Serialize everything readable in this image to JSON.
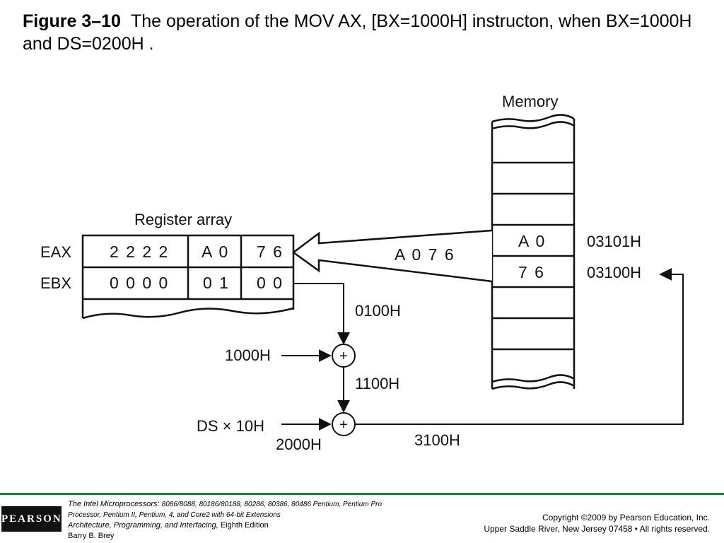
{
  "title": {
    "figure_label": "Figure 3–10",
    "text": "The operation of the MOV AX, [BX=1000H] instructon, when BX=1000H and DS=0200H ."
  },
  "diagram": {
    "memory_label": "Memory",
    "register_array_label": "Register array",
    "registers": [
      {
        "name": "EAX",
        "upper": "2 2 2 2",
        "high": "A 0",
        "low": "7 6"
      },
      {
        "name": "EBX",
        "upper": "0 0 0 0",
        "high": "0 1",
        "low": "0 0"
      }
    ],
    "memory_cells": [
      {
        "value": "A 0",
        "address": "03101H"
      },
      {
        "value": "7 6",
        "address": "03100H"
      }
    ],
    "data_arrow_label": "A 0 7 6",
    "bx_value_label": "0100H",
    "offset_label": "1000H",
    "sum1_label": "1100H",
    "ds_label": "DS × 10H",
    "ds_value_label": "2000H",
    "result_label": "3100H",
    "adder_symbol": "+"
  },
  "footer": {
    "logo_text": "PEARSON",
    "book_title": "The Intel Microprocessors:",
    "book_models": "8086/8088, 80186/80188, 80286, 80386, 80486 Pentium, Pentium Pro Processor, Pentium II, Pentium, 4, and Core2 with 64-bit Extensions",
    "book_subtitle": "Architecture, Programming, and Interfacing,",
    "book_edition": "Eighth Edition",
    "author": "Barry B. Brey",
    "copyright_line1": "Copyright ©2009 by Pearson Education, Inc.",
    "copyright_line2": "Upper Saddle River, New Jersey 07458 • All rights reserved."
  }
}
